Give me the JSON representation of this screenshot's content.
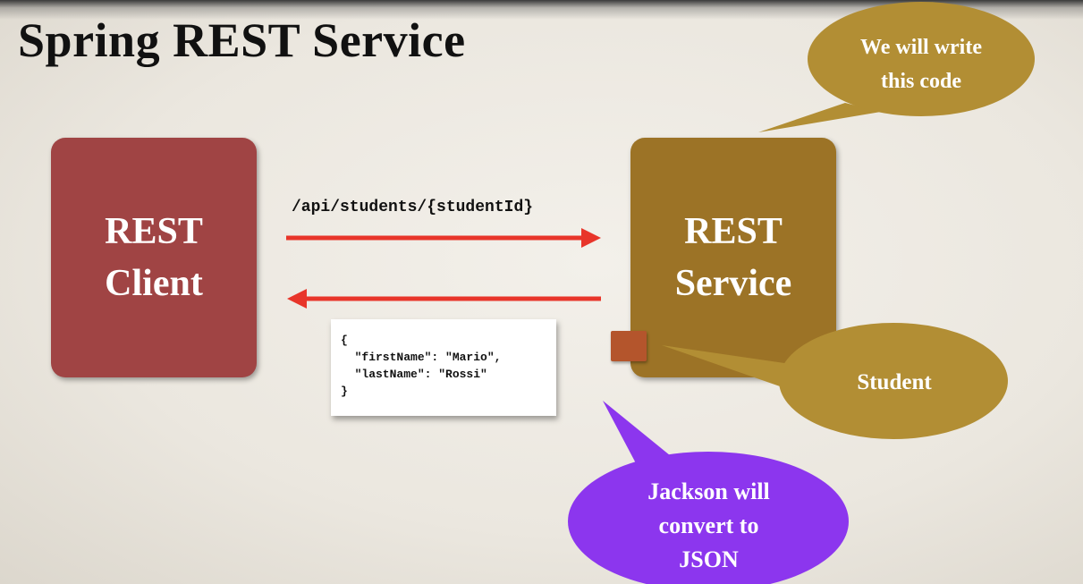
{
  "slide": {
    "title": "Spring REST Service"
  },
  "client_box": {
    "line1": "REST",
    "line2": "Client"
  },
  "service_box": {
    "line1": "REST",
    "line2": "Service"
  },
  "request": {
    "url": "/api/students/{studentId}"
  },
  "response": {
    "json_lines": [
      "{",
      "  \"firstName\": \"Mario\",",
      "  \"lastName\": \"Rossi\"",
      "}"
    ]
  },
  "callouts": {
    "write_code": {
      "line1": "We will write",
      "line2": "this code"
    },
    "student": {
      "label": "Student"
    },
    "jackson": {
      "line1": "Jackson will",
      "line2": "convert to",
      "line3": "JSON"
    }
  },
  "colors": {
    "client": "#a04444",
    "service": "#9c7326",
    "callout_gold": "#b28e34",
    "jackson_purple": "#8c36ee",
    "arrow_red": "#e8352a",
    "student_object": "#b4552c"
  }
}
